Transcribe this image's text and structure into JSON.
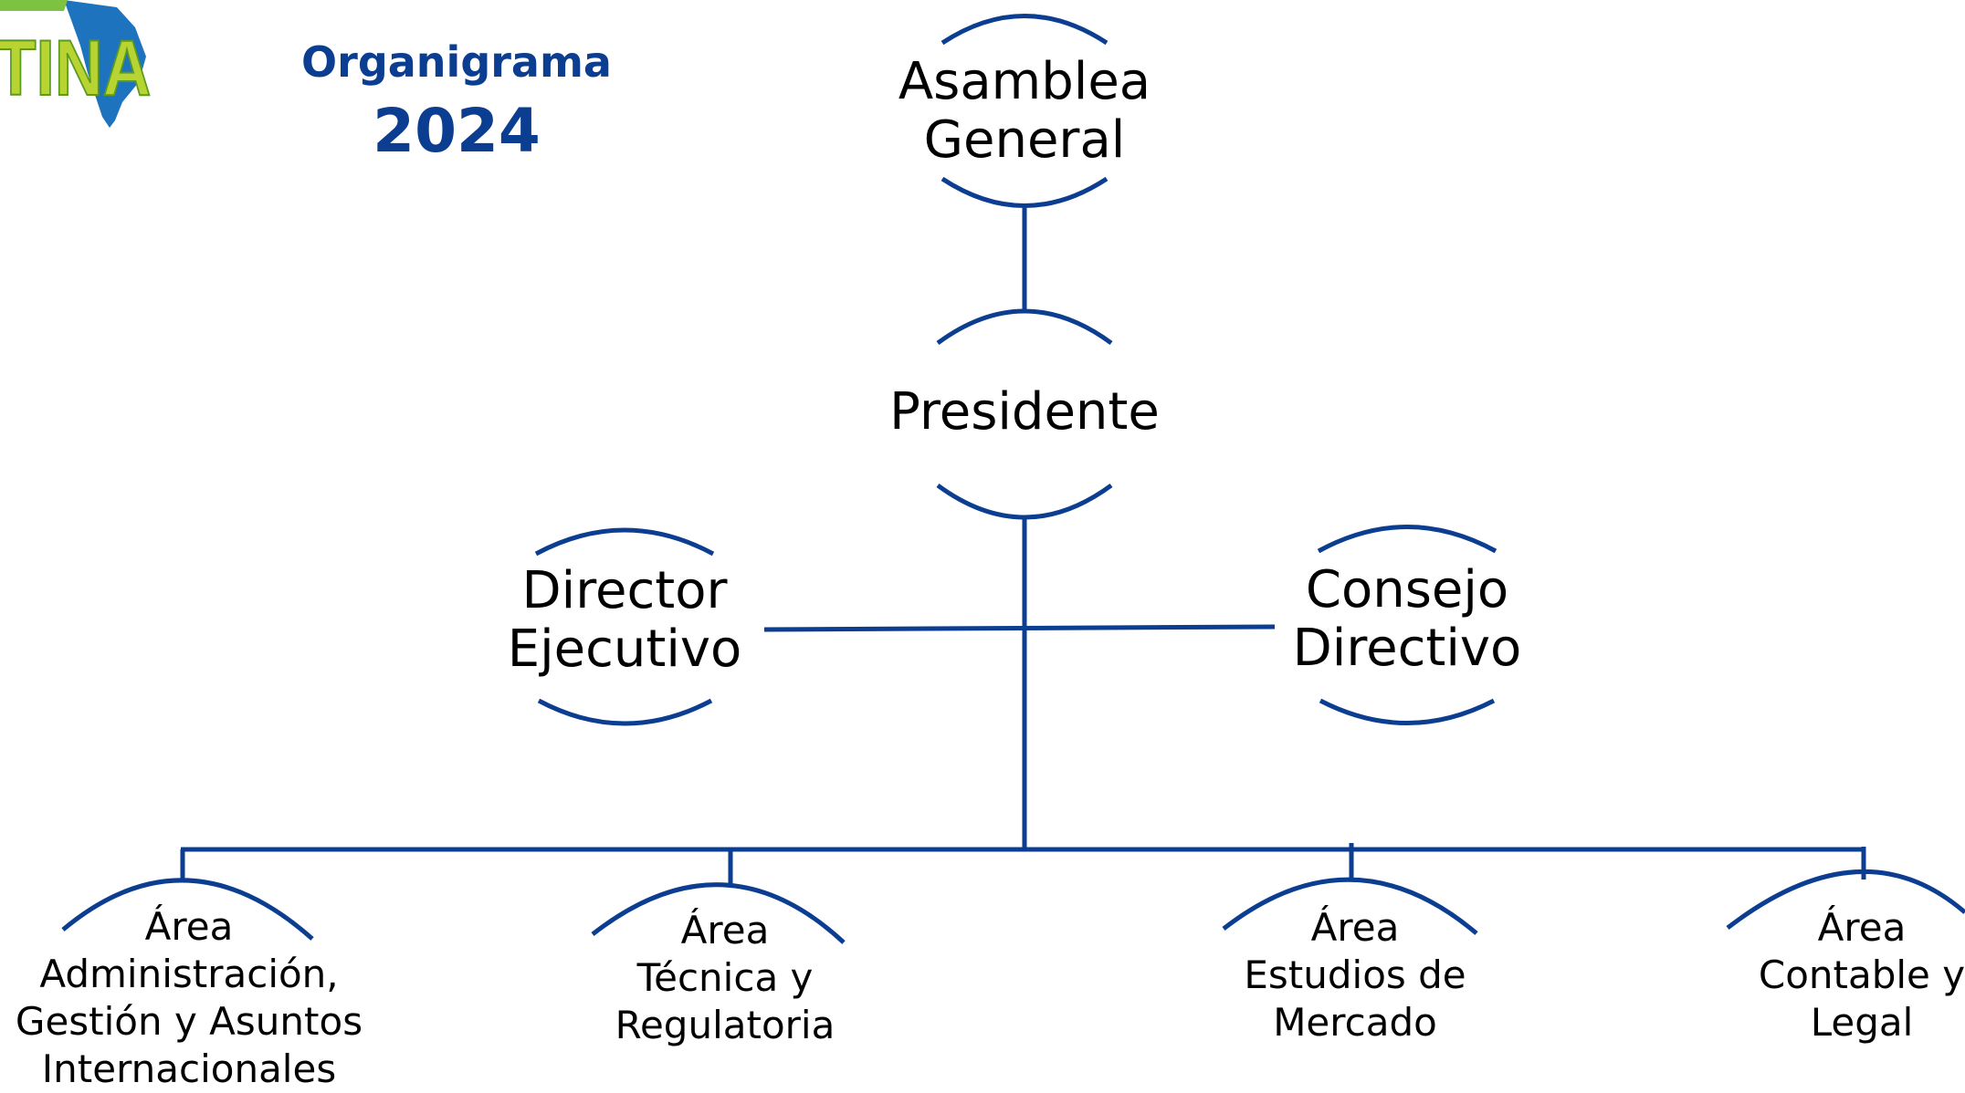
{
  "header": {
    "title": "Organigrama",
    "year": "2024",
    "logo_fragment_text": "TINA"
  },
  "colors": {
    "line": "#0b3d91",
    "title": "#0b3d91",
    "logo_green": "#7dc242",
    "logo_yellow": "#d8e021",
    "logo_blue": "#1e73be"
  },
  "nodes": {
    "asamblea": {
      "line1": "Asamblea",
      "line2": "General"
    },
    "presidente": {
      "line1": "Presidente"
    },
    "director": {
      "line1": "Director",
      "line2": "Ejecutivo"
    },
    "consejo": {
      "line1": "Consejo",
      "line2": "Directivo"
    },
    "area_admin": {
      "line1": "Área",
      "line2": "Administración,",
      "line3": "Gestión y Asuntos",
      "line4": "Internacionales"
    },
    "area_tecnica": {
      "line1": "Área",
      "line2": "Técnica y",
      "line3": "Regulatoria"
    },
    "area_estudios": {
      "line1": "Área",
      "line2": "Estudios de",
      "line3": "Mercado"
    },
    "area_contable": {
      "line1": "Área",
      "line2": "Contable y",
      "line3": "Legal"
    }
  }
}
